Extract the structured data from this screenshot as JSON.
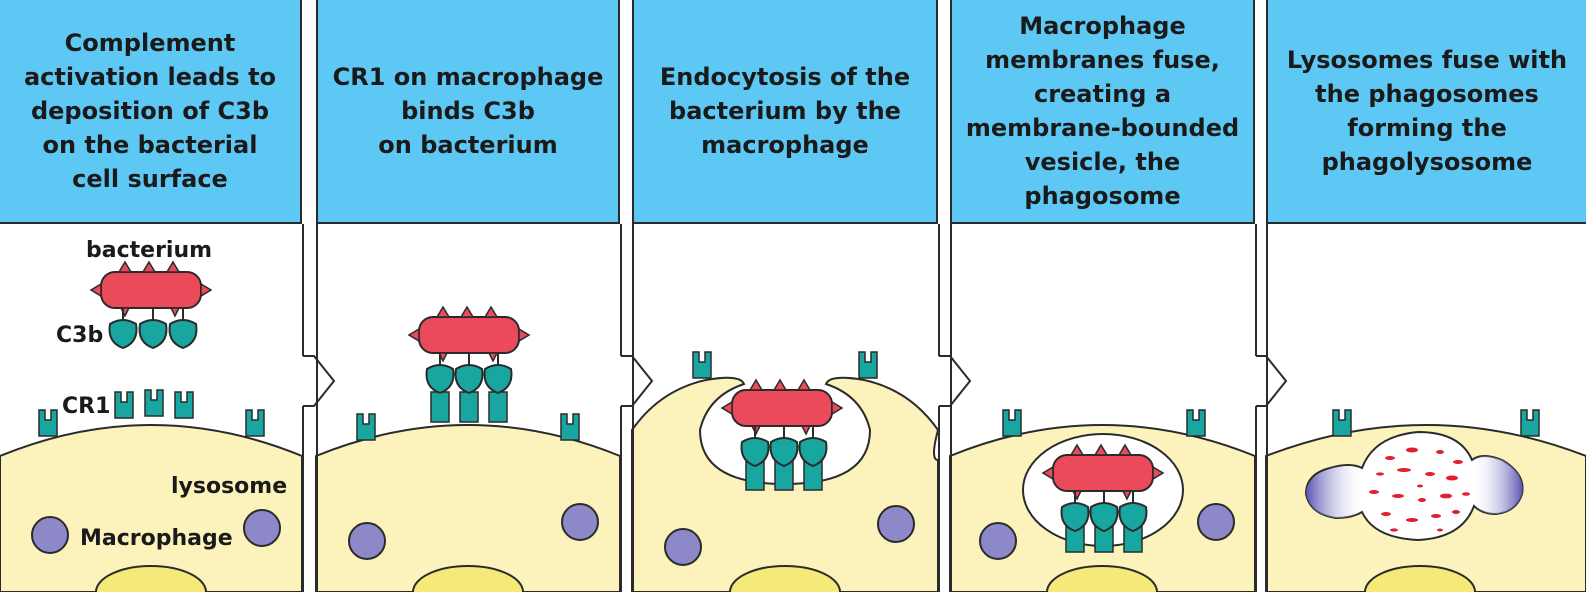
{
  "panels": [
    {
      "title": "Complement\nactivation leads to\ndeposition of C3b\non the bacterial\ncell surface"
    },
    {
      "title": "CR1 on macrophage\nbinds C3b\non bacterium"
    },
    {
      "title": "Endocytosis of the\nbacterium by the\nmacrophage"
    },
    {
      "title": "Macrophage\nmembranes fuse,\ncreating a\nmembrane-bounded\nvesicle, the\nphagosome"
    },
    {
      "title": "Lysosomes fuse with\nthe phagosomes\nforming the\nphagolysosome"
    }
  ],
  "labels": {
    "bacterium": "bacterium",
    "c3b": "C3b",
    "cr1": "CR1",
    "lysosome": "lysosome",
    "macrophage": "Macrophage"
  },
  "colors": {
    "header": "#5ec8f5",
    "cell": "#fbf3bb",
    "bacterium": "#ea4a5a",
    "receptor": "#1aa6a0",
    "lysosome": "#8d88c8",
    "outline": "#2b2b2b"
  }
}
